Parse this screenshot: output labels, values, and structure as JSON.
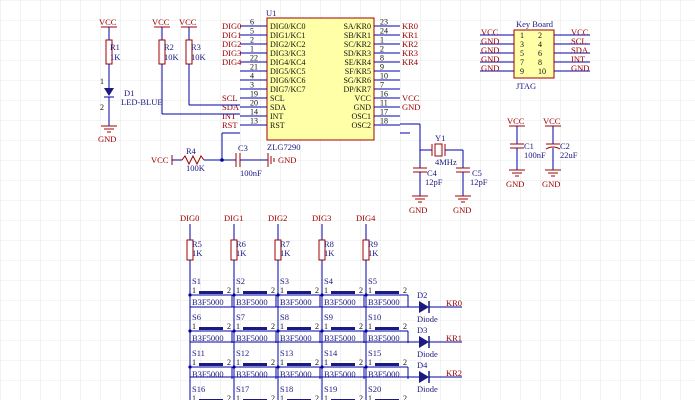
{
  "u1": {
    "designator": "U1",
    "part": "ZLG7290",
    "left_pins": [
      {
        "num": "6",
        "name": "DIG0/KC0",
        "net": "DIG0"
      },
      {
        "num": "5",
        "name": "DIG1/KC1",
        "net": "DIG1"
      },
      {
        "num": "2",
        "name": "DIG2/KC2",
        "net": "DIG2"
      },
      {
        "num": "1",
        "name": "DIG3/KC3",
        "net": "DIG3"
      },
      {
        "num": "22",
        "name": "DIG4/KC4",
        "net": "DIG4"
      },
      {
        "num": "21",
        "name": "DIG5/KC5",
        "net": ""
      },
      {
        "num": "4",
        "name": "DIG6/KC6",
        "net": ""
      },
      {
        "num": "3",
        "name": "DIG7/KC7",
        "net": ""
      },
      {
        "num": "19",
        "name": "SCL",
        "net": "SCL"
      },
      {
        "num": "20",
        "name": "SDA",
        "net": "SDA"
      },
      {
        "num": "14",
        "name": "INT",
        "net": "INT"
      },
      {
        "num": "13",
        "name": "RST",
        "net": "RST"
      }
    ],
    "right_pins": [
      {
        "num": "23",
        "name": "SA/KR0",
        "net": "KR0"
      },
      {
        "num": "24",
        "name": "SB/KR1",
        "net": "KR1"
      },
      {
        "num": "1",
        "name": "SC/KR2",
        "net": "KR2"
      },
      {
        "num": "2",
        "name": "SD/KR3",
        "net": "KR3"
      },
      {
        "num": "8",
        "name": "SE/KR4",
        "net": "KR4"
      },
      {
        "num": "9",
        "name": "SF/KR5",
        "net": ""
      },
      {
        "num": "10",
        "name": "SG/KR6",
        "net": ""
      },
      {
        "num": "7",
        "name": "DP/KR7",
        "net": ""
      },
      {
        "num": "16",
        "name": "VCC",
        "net": "VCC"
      },
      {
        "num": "11",
        "name": "GND",
        "net": "GND"
      },
      {
        "num": "17",
        "name": "OSC1",
        "net": ""
      },
      {
        "num": "18",
        "name": "OSC2",
        "net": ""
      }
    ]
  },
  "power": {
    "vcc": "VCC",
    "gnd": "GND"
  },
  "led": {
    "designator": "D1",
    "value": "LED-BLUE",
    "resistor": "R1",
    "r_value": "1K",
    "pin1": "1",
    "pin2": "2"
  },
  "r2": {
    "designator": "R2",
    "value": "10K"
  },
  "r3": {
    "designator": "R3",
    "value": "10K"
  },
  "r4": {
    "designator": "R4",
    "value": "100K"
  },
  "c3": {
    "designator": "C3",
    "value": "100nF"
  },
  "y1": {
    "designator": "Y1",
    "value": "4MHz"
  },
  "c4": {
    "designator": "C4",
    "value": "12pF"
  },
  "c5": {
    "designator": "C5",
    "value": "12pF"
  },
  "c1": {
    "designator": "C1",
    "value": "100nF"
  },
  "c2": {
    "designator": "C2",
    "value": "22uF"
  },
  "header": {
    "title": "Key Board",
    "footer": "JTAG",
    "rows": [
      {
        "l": "VCC",
        "pa": "1",
        "pb": "2",
        "r": "VCC"
      },
      {
        "l": "GND",
        "pa": "3",
        "pb": "4",
        "r": "SCL"
      },
      {
        "l": "GND",
        "pa": "5",
        "pb": "6",
        "r": "SDA"
      },
      {
        "l": "GND",
        "pa": "7",
        "pb": "8",
        "r": "INT"
      },
      {
        "l": "GND",
        "pa": "9",
        "pb": "10",
        "r": "GND"
      }
    ]
  },
  "matrix": {
    "columns": [
      {
        "net": "DIG0",
        "res": "R5",
        "val": "1K"
      },
      {
        "net": "DIG1",
        "res": "R6",
        "val": "1K"
      },
      {
        "net": "DIG2",
        "res": "R7",
        "val": "1K"
      },
      {
        "net": "DIG3",
        "res": "R8",
        "val": "1K"
      },
      {
        "net": "DIG4",
        "res": "R9",
        "val": "1K"
      }
    ],
    "switches": [
      [
        "S1",
        "S2",
        "S3",
        "S4",
        "S5"
      ],
      [
        "S6",
        "S7",
        "S8",
        "S9",
        "S10"
      ],
      [
        "S11",
        "S12",
        "S13",
        "S14",
        "S15"
      ],
      [
        "S16",
        "S17",
        "S18",
        "S19",
        "S20"
      ]
    ],
    "switch_part": "B3F5000",
    "pin1": "1",
    "pin2": "2",
    "diodes": [
      {
        "designator": "D2",
        "net": "KR0"
      },
      {
        "designator": "D3",
        "net": "KR1"
      },
      {
        "designator": "D4",
        "net": "KR2"
      }
    ],
    "diode_part": "Diode"
  }
}
